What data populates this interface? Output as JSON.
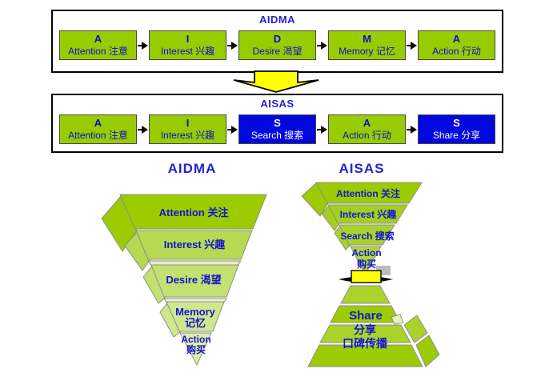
{
  "colors": {
    "box_green": "#99cc00",
    "box_blue": "#0008dd",
    "label_blue": "#1414cc",
    "arrow_yellow": "#ffff00",
    "frame_border": "#000000"
  },
  "flow_top": {
    "title": "AIDMA",
    "steps": [
      {
        "letter": "A",
        "label": "Attention 注意",
        "variant": "green"
      },
      {
        "letter": "I",
        "label": "Interest 兴趣",
        "variant": "green"
      },
      {
        "letter": "D",
        "label": "Desire 渴望",
        "variant": "green"
      },
      {
        "letter": "M",
        "label": "Memory 记忆",
        "variant": "green"
      },
      {
        "letter": "A",
        "label": "Action 行动",
        "variant": "green"
      }
    ]
  },
  "flow_bottom": {
    "title": "AISAS",
    "steps": [
      {
        "letter": "A",
        "label": "Attention 注意",
        "variant": "green"
      },
      {
        "letter": "I",
        "label": "Interest 兴趣",
        "variant": "green"
      },
      {
        "letter": "S",
        "label": "Search 搜索",
        "variant": "blue"
      },
      {
        "letter": "A",
        "label": "Action 行动",
        "variant": "green"
      },
      {
        "letter": "S",
        "label": "Share 分享",
        "variant": "blue"
      }
    ]
  },
  "funnel_left": {
    "title": "AIDMA",
    "layer1": "Attention 关注",
    "layer2": "Interest 兴趣",
    "layer3": "Desire 渴望",
    "layer4_line1": "Memory",
    "layer4_line2": "记忆",
    "layer5_line1": "Action",
    "layer5_line2": "购买"
  },
  "funnel_right": {
    "title": "AISAS",
    "layer1": "Attention 关注",
    "layer2": "Interest 兴趣",
    "layer3": "Search 搜索",
    "layer4_line1": "Action",
    "layer4_line2": "购买",
    "share_line1": "Share",
    "share_line2": "分享",
    "share_line3": "口碑传播"
  }
}
